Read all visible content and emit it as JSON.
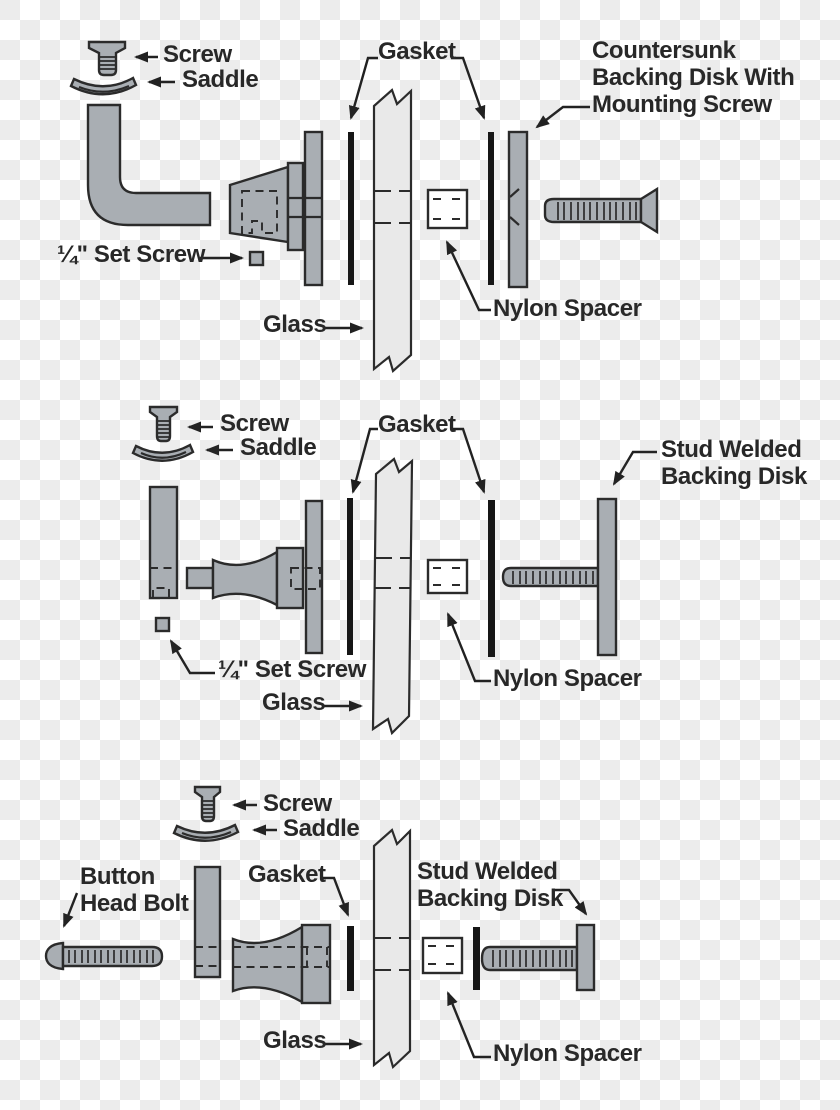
{
  "figure": {
    "description": "Exploded assembly diagrams for three glass door pull mounting methods",
    "palette": {
      "metal": "#a9aeb3",
      "glass": "#e9e9e9",
      "gasket": "#161616",
      "outline": "#2b2b2b",
      "text": "#282828",
      "checker_light": "#ffffff",
      "checker_dark": "#ececec"
    },
    "diagrams": [
      {
        "name": "countersunk-backing-disk-mount",
        "labels": {
          "screw": "Screw",
          "saddle": "Saddle",
          "gasket": "Gasket",
          "backing": "Countersunk\nBacking Disk With\nMounting Screw",
          "set_screw": "¼\" Set Screw",
          "glass": "Glass",
          "nylon_spacer": "Nylon Spacer"
        }
      },
      {
        "name": "stud-welded-backing-disk-mount",
        "labels": {
          "screw": "Screw",
          "saddle": "Saddle",
          "gasket": "Gasket",
          "backing": "Stud Welded\nBacking Disk",
          "set_screw": "¼\" Set Screw",
          "glass": "Glass",
          "nylon_spacer": "Nylon Spacer"
        }
      },
      {
        "name": "button-head-bolt-mount",
        "labels": {
          "screw": "Screw",
          "saddle": "Saddle",
          "button_head_bolt": "Button\nHead Bolt",
          "gasket": "Gasket",
          "backing": "Stud Welded\nBacking Disk",
          "glass": "Glass",
          "nylon_spacer": "Nylon Spacer"
        }
      }
    ]
  }
}
